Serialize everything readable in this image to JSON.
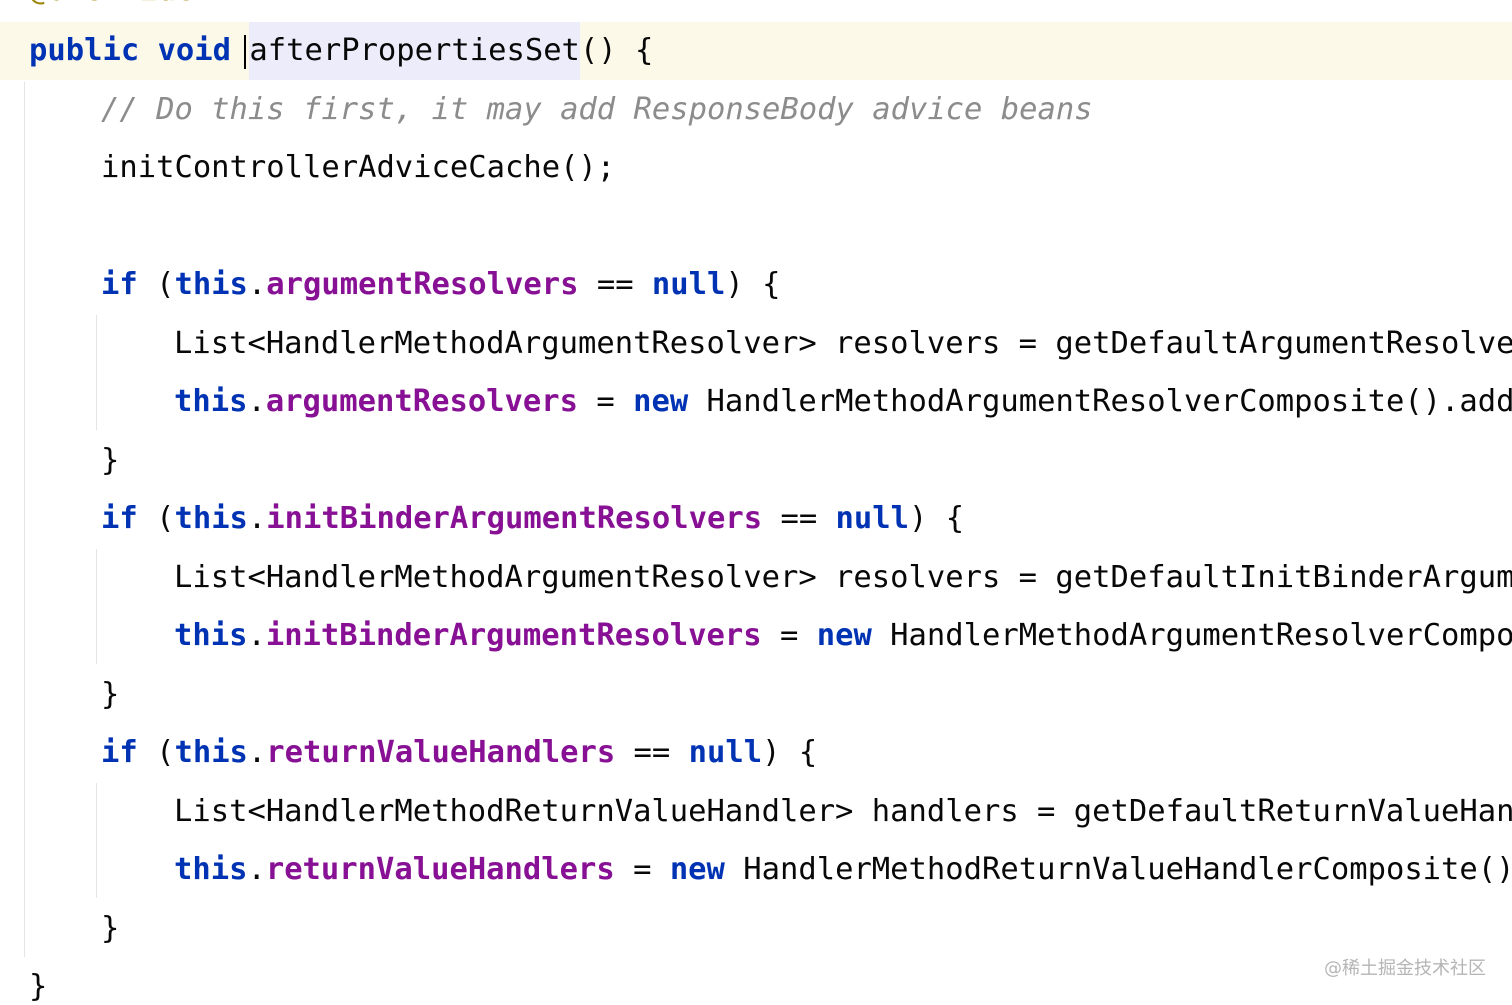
{
  "editor": {
    "annotation_partial": "@Override",
    "method_kw_public": "public",
    "method_kw_void": "void",
    "method_name": "afterPropertiesSet",
    "method_tail": "() {",
    "comment": "// Do this first, it may add ResponseBody advice beans",
    "init_call": "initControllerAdviceCache();",
    "blocks": [
      {
        "if_kw": "if",
        "open": " (",
        "this_kw": "this",
        "dot": ".",
        "field": "argumentResolvers",
        "cmp": " == ",
        "null_kw": "null",
        "close": ") {",
        "body1": "List<HandlerMethodArgumentResolver> resolvers = getDefaultArgumentResolver",
        "body2_this": "this",
        "body2_dot": ".",
        "body2_field": "argumentResolvers",
        "body2_eq": " = ",
        "body2_new": "new",
        "body2_rest": " HandlerMethodArgumentResolverComposite().addR",
        "end": "}"
      },
      {
        "if_kw": "if",
        "open": " (",
        "this_kw": "this",
        "dot": ".",
        "field": "initBinderArgumentResolvers",
        "cmp": " == ",
        "null_kw": "null",
        "close": ") {",
        "body1": "List<HandlerMethodArgumentResolver> resolvers = getDefaultInitBinderArgume",
        "body2_this": "this",
        "body2_dot": ".",
        "body2_field": "initBinderArgumentResolvers",
        "body2_eq": " = ",
        "body2_new": "new",
        "body2_rest": " HandlerMethodArgumentResolverCompos",
        "end": "}"
      },
      {
        "if_kw": "if",
        "open": " (",
        "this_kw": "this",
        "dot": ".",
        "field": "returnValueHandlers",
        "cmp": " == ",
        "null_kw": "null",
        "close": ") {",
        "body1": "List<HandlerMethodReturnValueHandler> handlers = getDefaultReturnValueHand",
        "body2_this": "this",
        "body2_dot": ".",
        "body2_field": "returnValueHandlers",
        "body2_eq": " = ",
        "body2_new": "new",
        "body2_rest": " HandlerMethodReturnValueHandlerComposite().",
        "end": "}"
      }
    ],
    "method_end": "}"
  },
  "watermark": "@稀土掘金技术社区",
  "colors": {
    "keyword": "#0033b3",
    "field": "#871094",
    "comment": "#8c8c8c",
    "annotation": "#9e880d",
    "current_line": "#fcf9e8",
    "identifier_highlight": "#ececfb"
  }
}
